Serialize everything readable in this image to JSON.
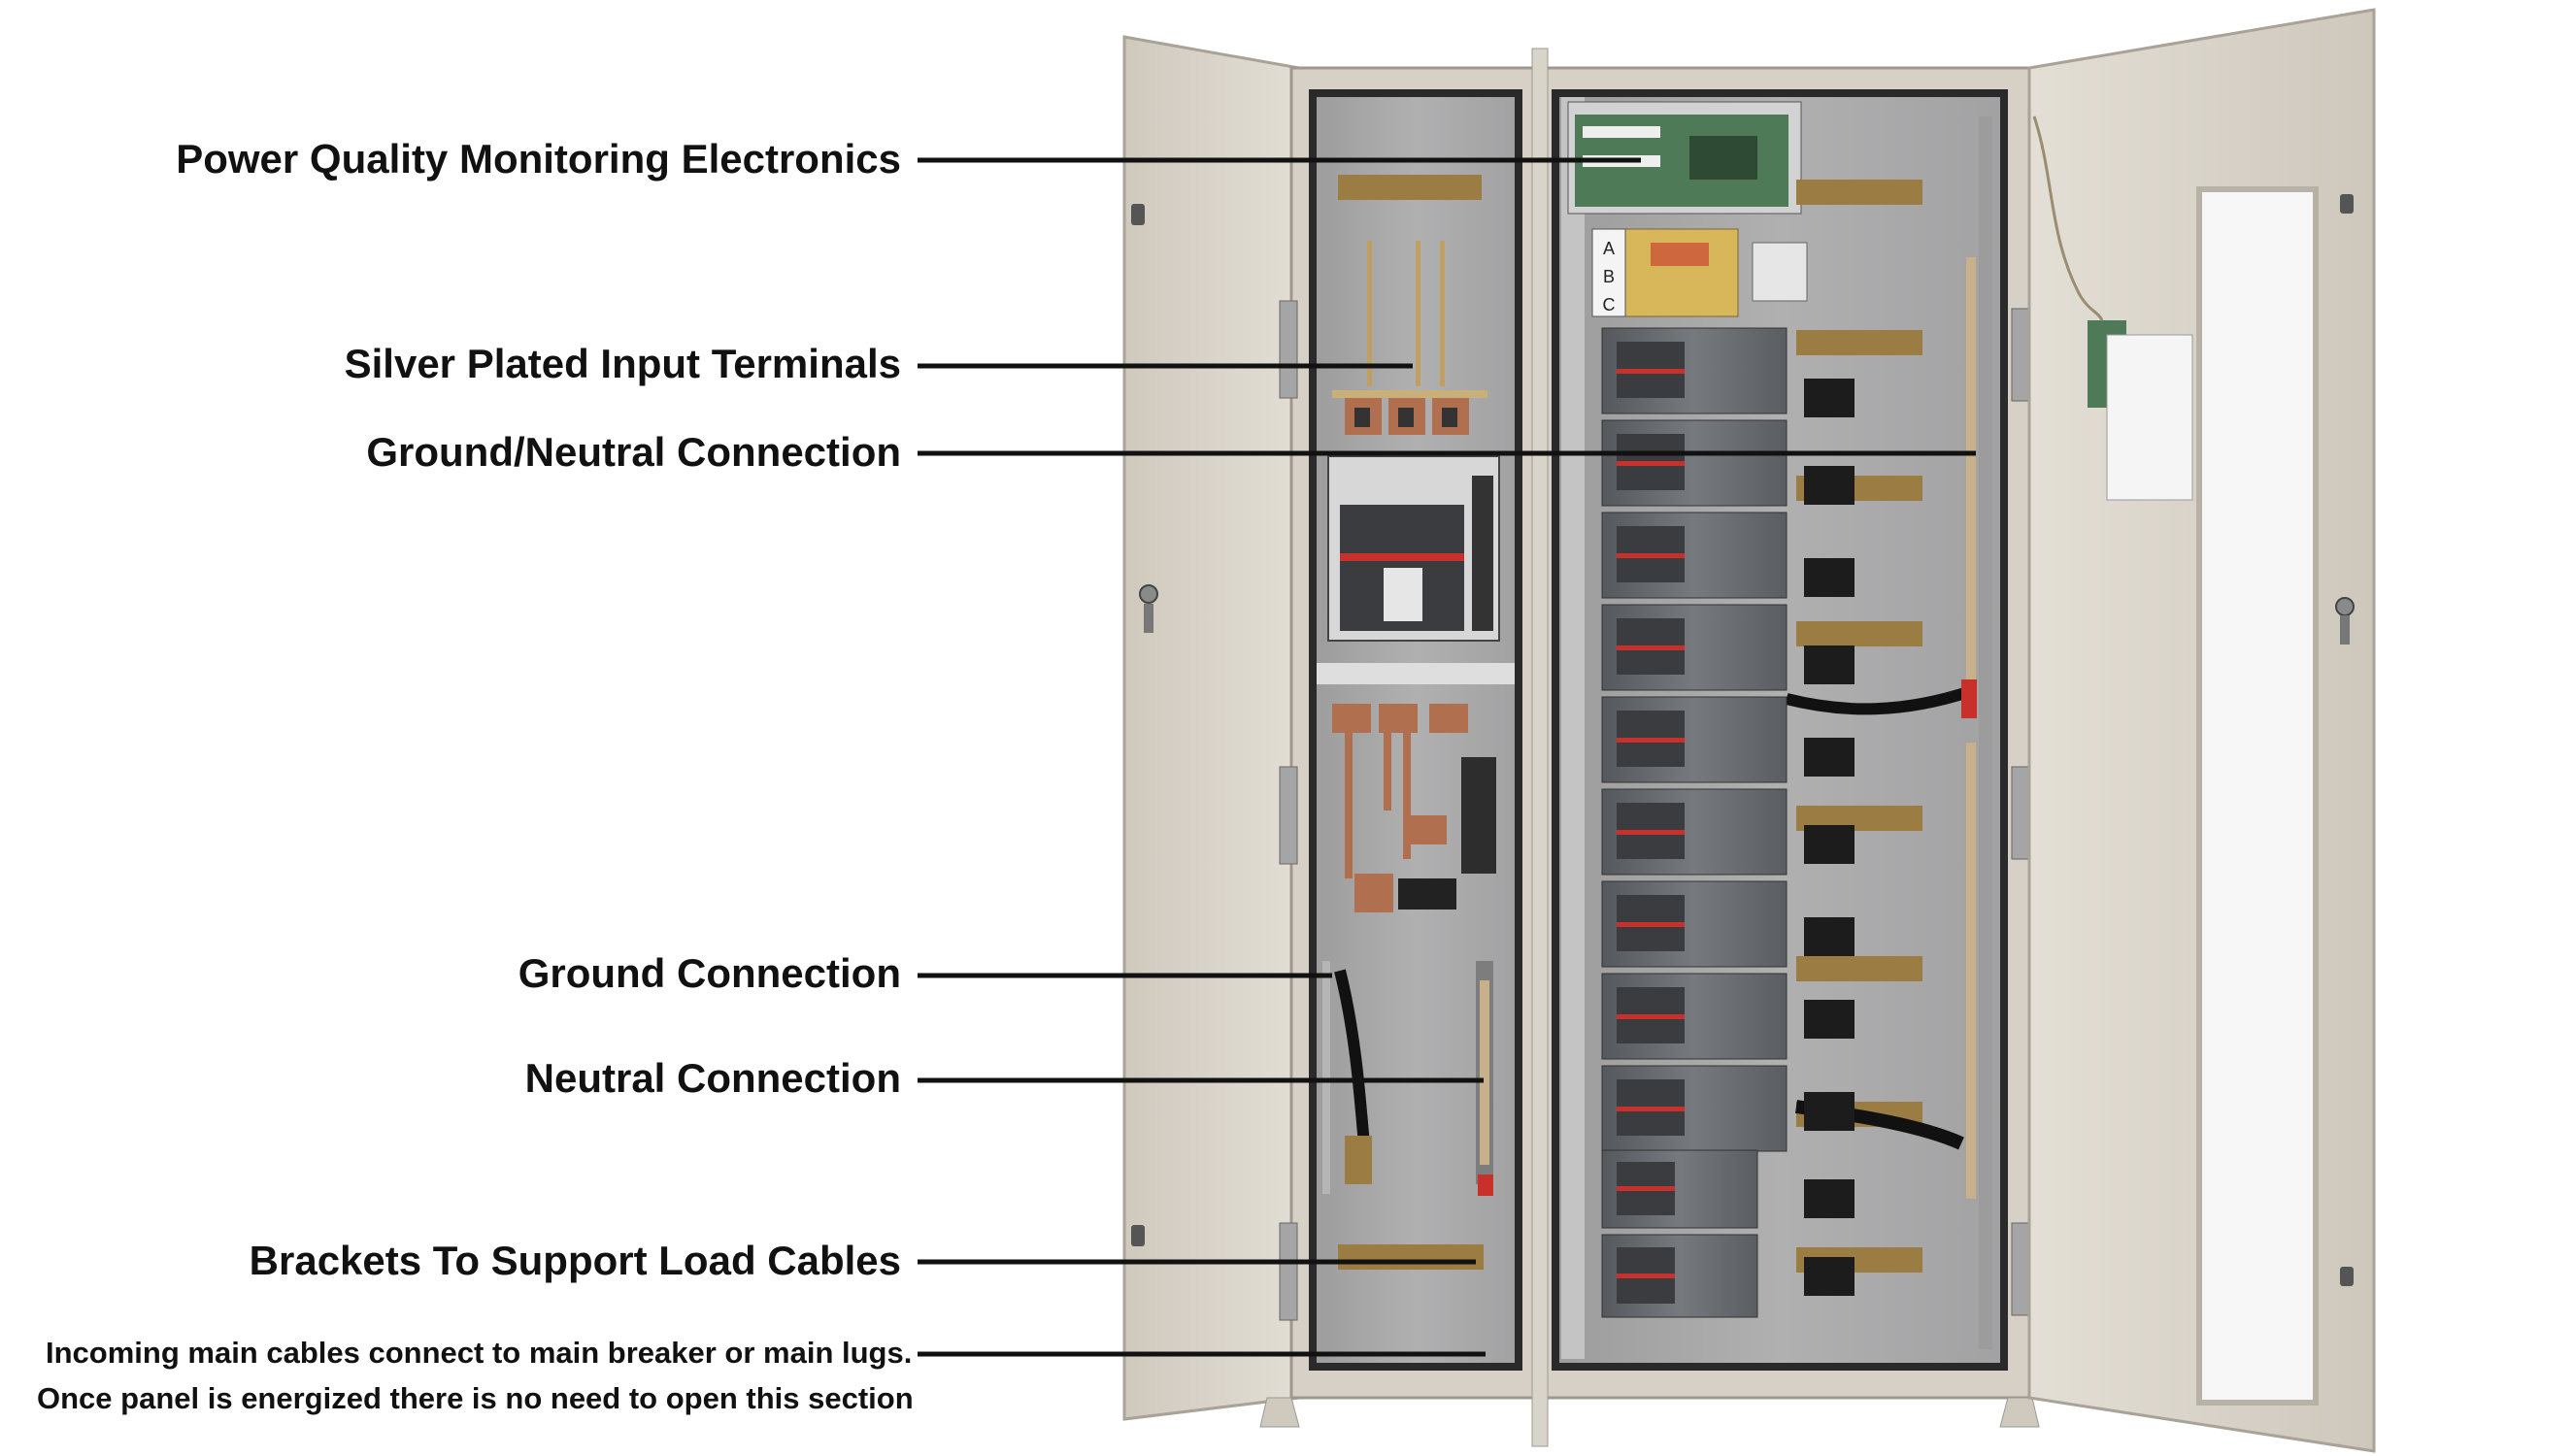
{
  "callouts": [
    {
      "id": "pqm",
      "text": "Power Quality Monitoring Electronics"
    },
    {
      "id": "silver",
      "text": "Silver Plated Input Terminals"
    },
    {
      "id": "gn",
      "text": "Ground/Neutral Connection"
    },
    {
      "id": "ground",
      "text": "Ground Connection"
    },
    {
      "id": "neutral",
      "text": "Neutral Connection"
    },
    {
      "id": "brackets",
      "text": "Brackets To Support Load Cables"
    }
  ],
  "note": {
    "line1": "Incoming main cables connect to main breaker or main lugs.",
    "line2": "Once panel is energized there is no need to open this section"
  },
  "phase_labels": [
    "A",
    "B",
    "C"
  ],
  "colors": {
    "cabinet": "#d9d3c9",
    "interior": "#a8a8a9",
    "breaker": "#6b6e72",
    "breaker_red": "#c8302c",
    "brass": "#9b7d44",
    "copper": "#b07050",
    "pcb": "#4f7a58",
    "leader": "#111111"
  }
}
